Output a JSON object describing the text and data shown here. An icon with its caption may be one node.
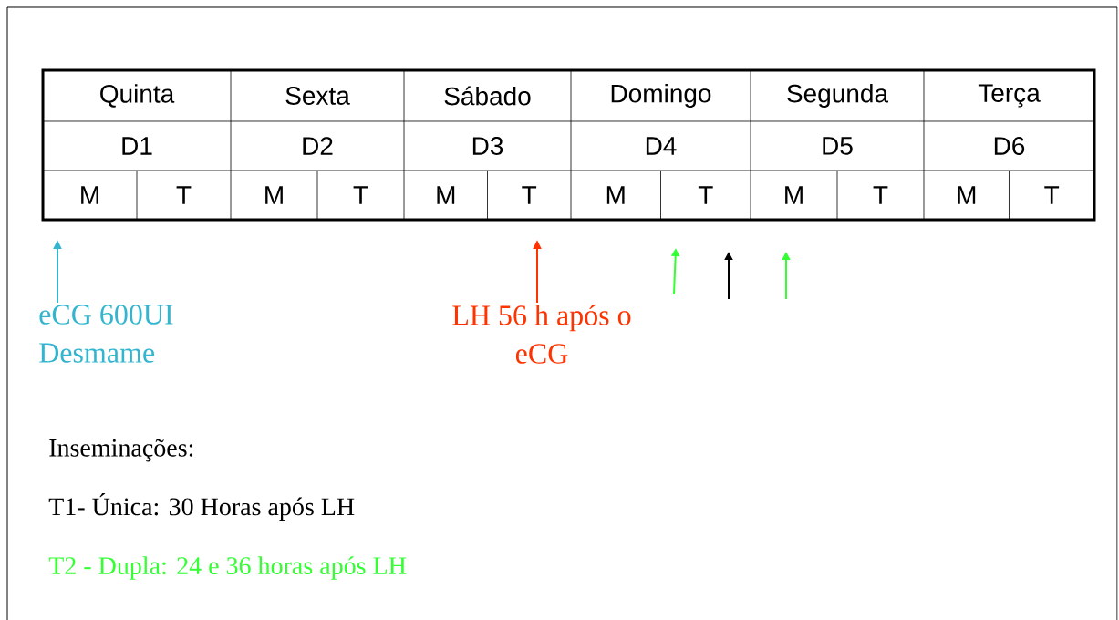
{
  "diagram": {
    "nodes": [
      {
        "text": [
          "eCG 600UI Desmame"
        ]
      },
      {
        "text": [
          "LH 56 h após o eCG"
        ]
      }
    ],
    "edges": [
      {
        "from": 0,
        "to": null,
        "arrow": "to",
        "color": "#33b5d0"
      },
      {
        "from": 1,
        "to": null,
        "arrow": "to",
        "color": "#ff3300"
      }
    ],
    "labels": [
      "Quinta",
      "Sexta",
      "Sábado",
      "Domingo",
      "Segunda",
      "Terça",
      "D1",
      "D2",
      "D3",
      "D4",
      "D5",
      "D6",
      "M",
      "T",
      "M",
      "T",
      "M",
      "T",
      "M",
      "T",
      "M",
      "T",
      "M",
      "T",
      "Inseminações:",
      "T1- Única: 30 Horas após LH",
      "T2 - Dupla: 24 e 36 horas após LH"
    ]
  }
}
